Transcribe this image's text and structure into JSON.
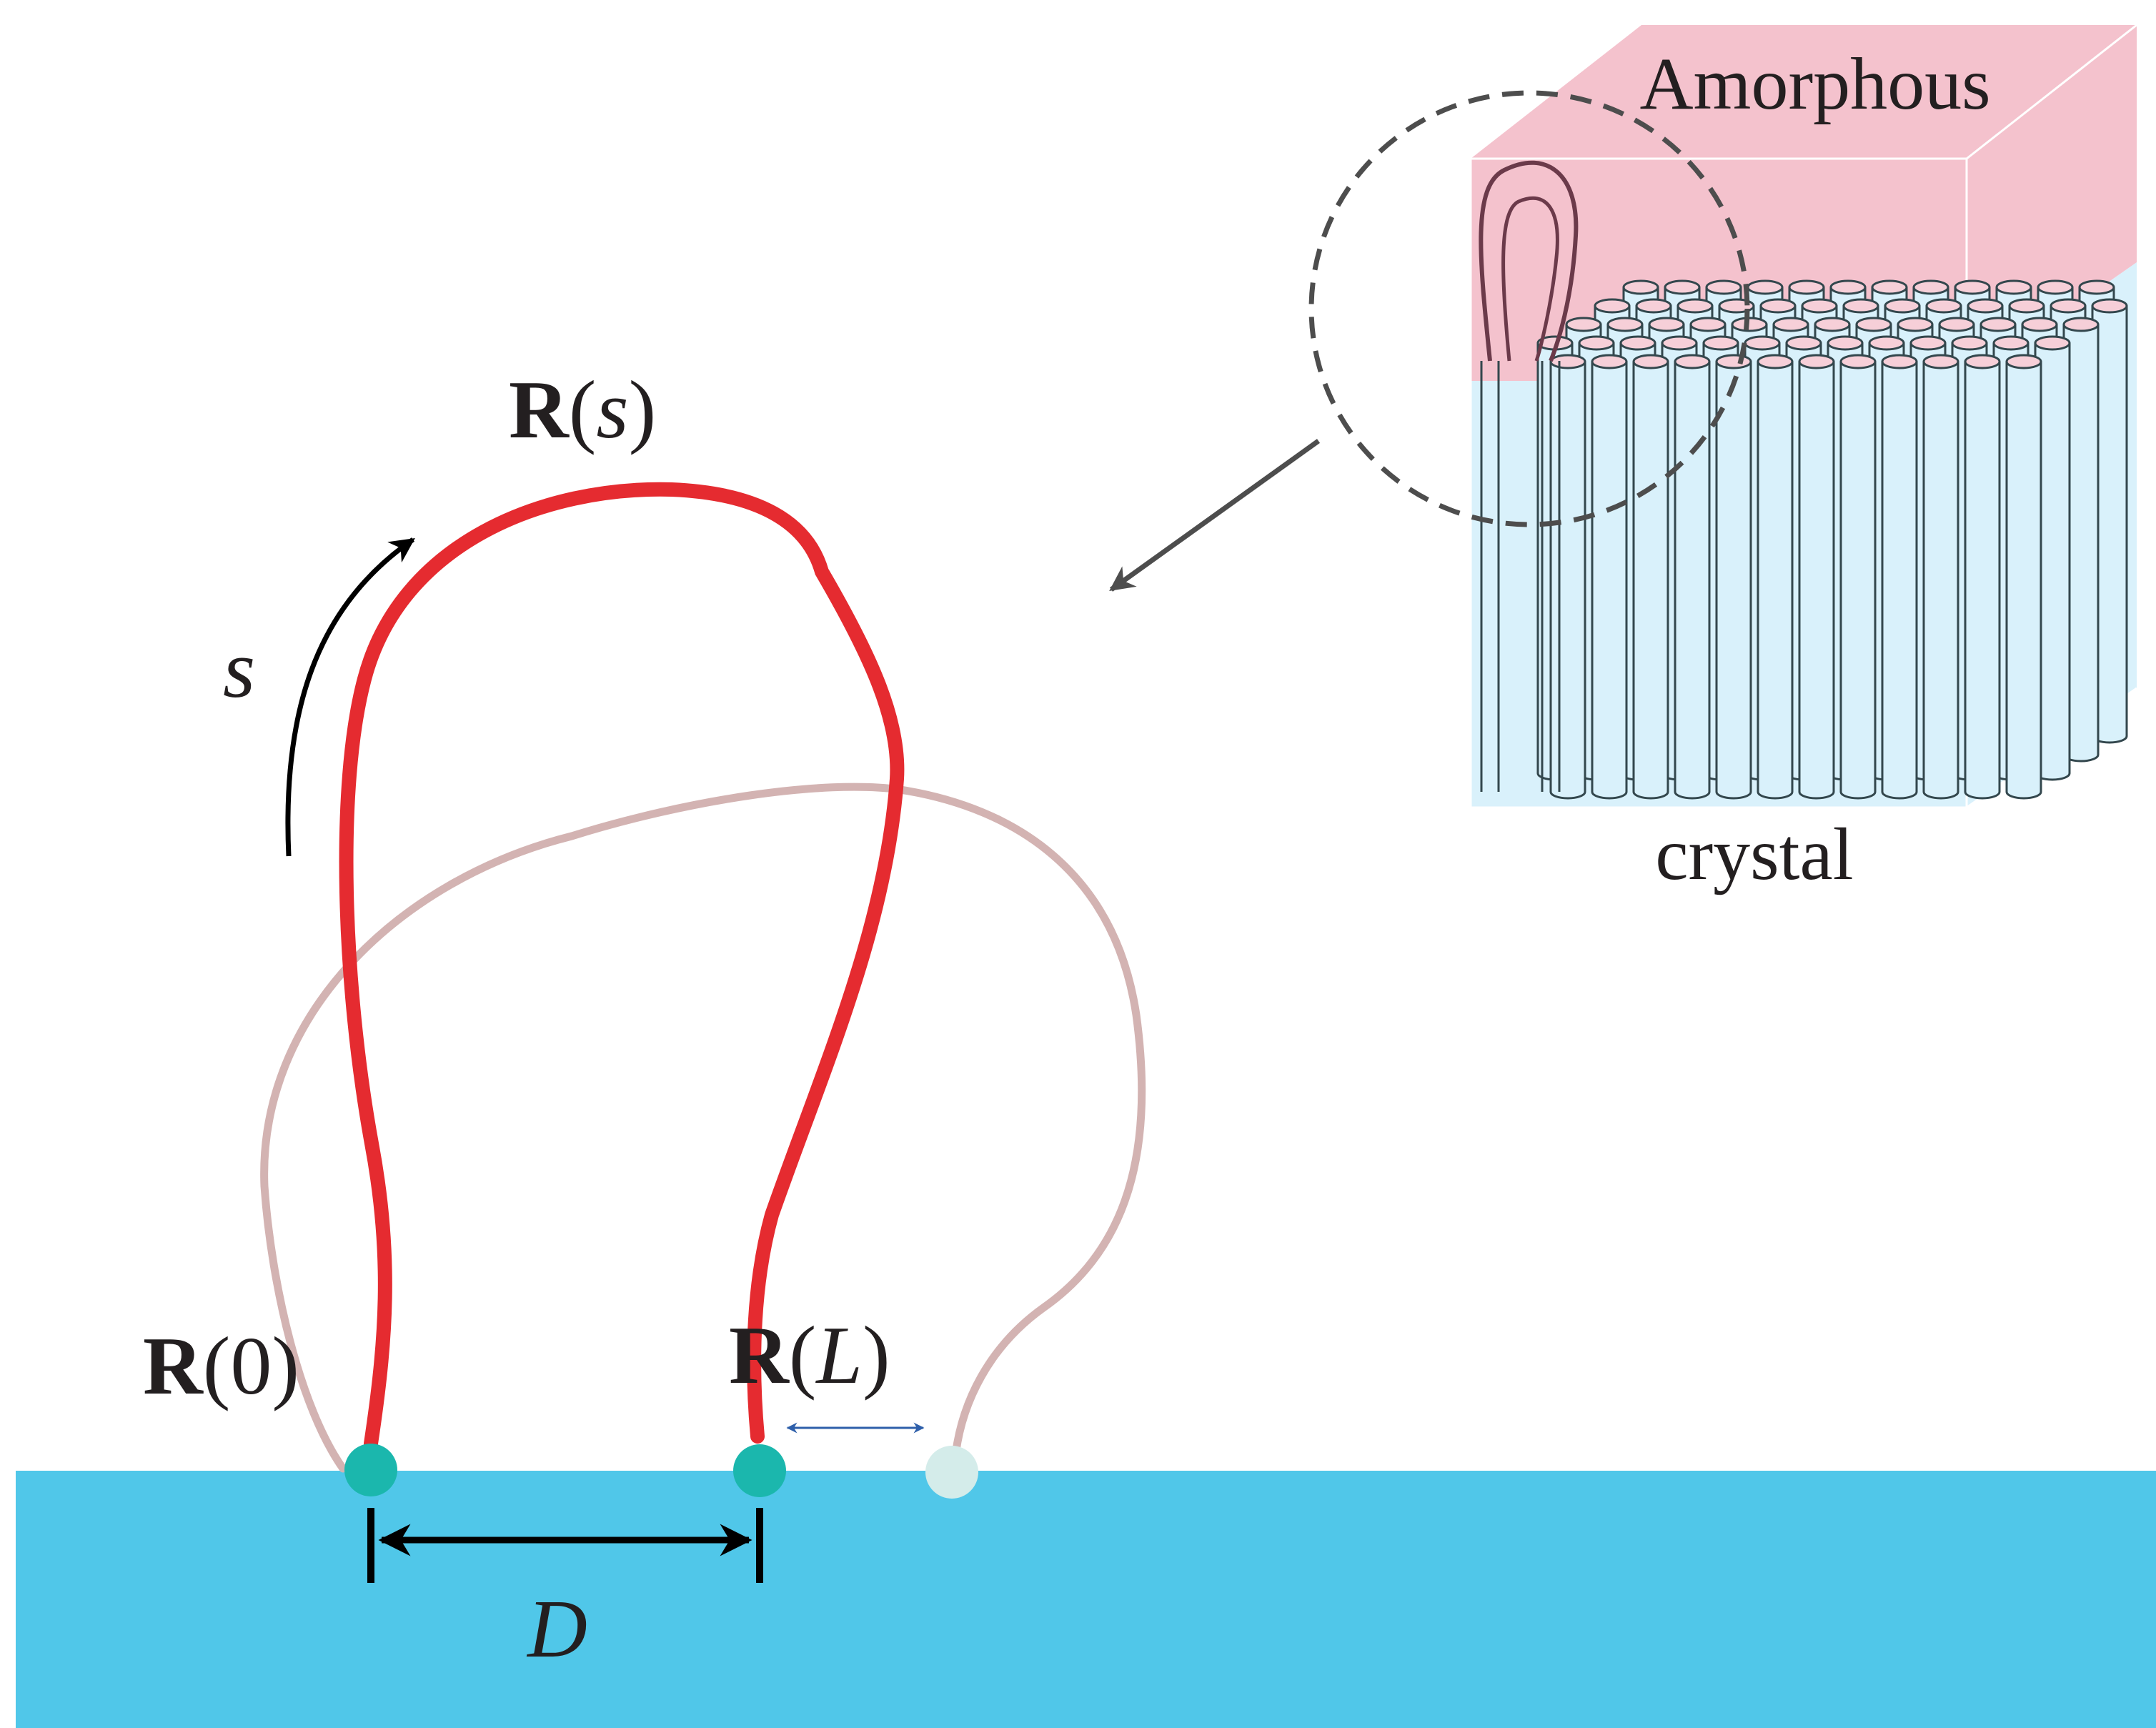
{
  "labels": {
    "amorphous": "Amorphous",
    "crystal": "crystal",
    "r_s": {
      "symbol": "R",
      "open": "(",
      "arg": "s",
      "close": ")"
    },
    "r_0": {
      "symbol": "R",
      "open": "(",
      "arg": "0",
      "close": ")"
    },
    "r_L": {
      "symbol": "R",
      "open": "(",
      "arg": "L",
      "close": ")"
    },
    "arc_s": "s",
    "distance_D": "D"
  },
  "colors": {
    "surface": "#50c7e9",
    "chain": "#e52b30",
    "ghost_chain": "#d3b3b2",
    "endpoint": "#1bb7ad",
    "ghost_endpoint": "#d4ecea",
    "amorphous_region": "#f4c2cd",
    "crystal_region": "#d9f1fb",
    "shift_arrow": "#2e5faa",
    "pointer_arrow": "#4d4d4d",
    "rod_stroke": "#33474d",
    "loop_stroke": "#6b3a4a"
  },
  "icons": [
    "curved-arrow-icon",
    "pointer-arrow-icon",
    "double-arrow-icon"
  ]
}
